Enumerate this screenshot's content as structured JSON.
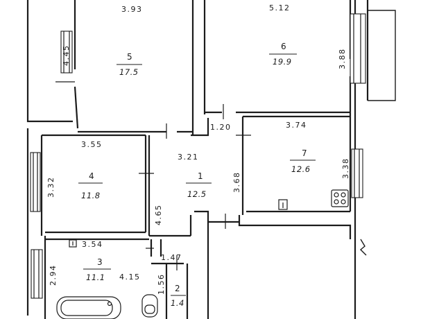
{
  "rooms": [
    {
      "id": "room-5",
      "number": "5",
      "area": "17.5",
      "top_dim": "3.93",
      "side_dim": "4.45"
    },
    {
      "id": "room-6",
      "number": "6",
      "area": "19.9",
      "top_dim": "5.12",
      "side_dim": "3.88"
    },
    {
      "id": "room-4",
      "number": "4",
      "area": "11.8",
      "top_dim": "3.55",
      "side_dim": "3.32"
    },
    {
      "id": "room-1",
      "number": "1",
      "area": "12.5",
      "top_dim": "3.21",
      "side_dim": "3.68",
      "extra_dim": "4.65"
    },
    {
      "id": "room-7",
      "number": "7",
      "area": "12.6",
      "top_dim": "3.74",
      "side_dim": "3.38"
    },
    {
      "id": "room-3",
      "number": "3",
      "area": "11.1",
      "top_dim": "3.54",
      "side_dim": "2.94",
      "extra_dim": "4.15"
    },
    {
      "id": "room-2",
      "number": "2",
      "area": "1.4",
      "top_dim": "1.47",
      "side_dim": "1.56"
    }
  ],
  "corridor_dim": "1.20"
}
